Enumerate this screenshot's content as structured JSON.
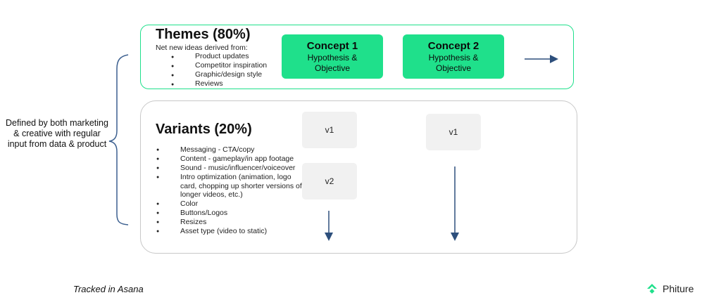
{
  "themes": {
    "title": "Themes (80%)",
    "intro": "Net new ideas derived from:",
    "items": [
      "Product updates",
      "Competitor inspiration",
      "Graphic/design style",
      "Reviews"
    ]
  },
  "concepts": [
    {
      "title": "Concept 1",
      "subtitle": "Hypothesis & Objective"
    },
    {
      "title": "Concept 2",
      "subtitle": "Hypothesis & Objective"
    }
  ],
  "variants": {
    "title": "Variants (20%)",
    "items": [
      "Messaging - CTA/copy",
      "Content - gameplay/in app footage",
      "Sound - music/influencer/voiceover",
      "Intro optimization (animation, logo card, chopping up shorter versions of longer videos, etc.)",
      "Color",
      "Buttons/Logos",
      "Resizes",
      "Asset type (video to static)"
    ],
    "boxes": [
      "v1",
      "v2",
      "v1"
    ]
  },
  "side_note": "Defined by both marketing & creative with regular input from data & product",
  "footer": {
    "tracked": "Tracked in Asana",
    "brand": "Phiture"
  },
  "colors": {
    "accent_green": "#1fe08b",
    "arrow_blue": "#2d4f7c",
    "bracket_blue": "#3b5f8f"
  },
  "icons": [
    "phiture-logo-icon"
  ]
}
